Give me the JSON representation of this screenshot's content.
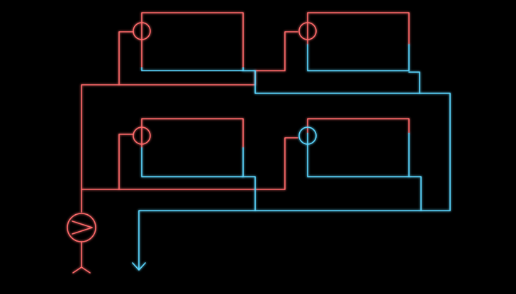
{
  "colors": {
    "background": "#000000",
    "hot": "#ff6b6b",
    "cold": "#5bd7ff"
  },
  "diagram": {
    "radiators": [
      {
        "id": "top-left",
        "cold_fill_fraction": 0.05,
        "valve_temp": "hot"
      },
      {
        "id": "top-right",
        "cold_fill_fraction": 0.45,
        "valve_temp": "hot"
      },
      {
        "id": "bottom-left",
        "cold_fill_fraction": 0.5,
        "valve_temp": "hot"
      },
      {
        "id": "bottom-right",
        "cold_fill_fraction": 0.75,
        "valve_temp": "cold"
      }
    ],
    "icons": [
      "circulation-pump-icon",
      "supply-inlet-icon",
      "return-outlet-arrow-icon",
      "thermostatic-valve-icon"
    ]
  }
}
